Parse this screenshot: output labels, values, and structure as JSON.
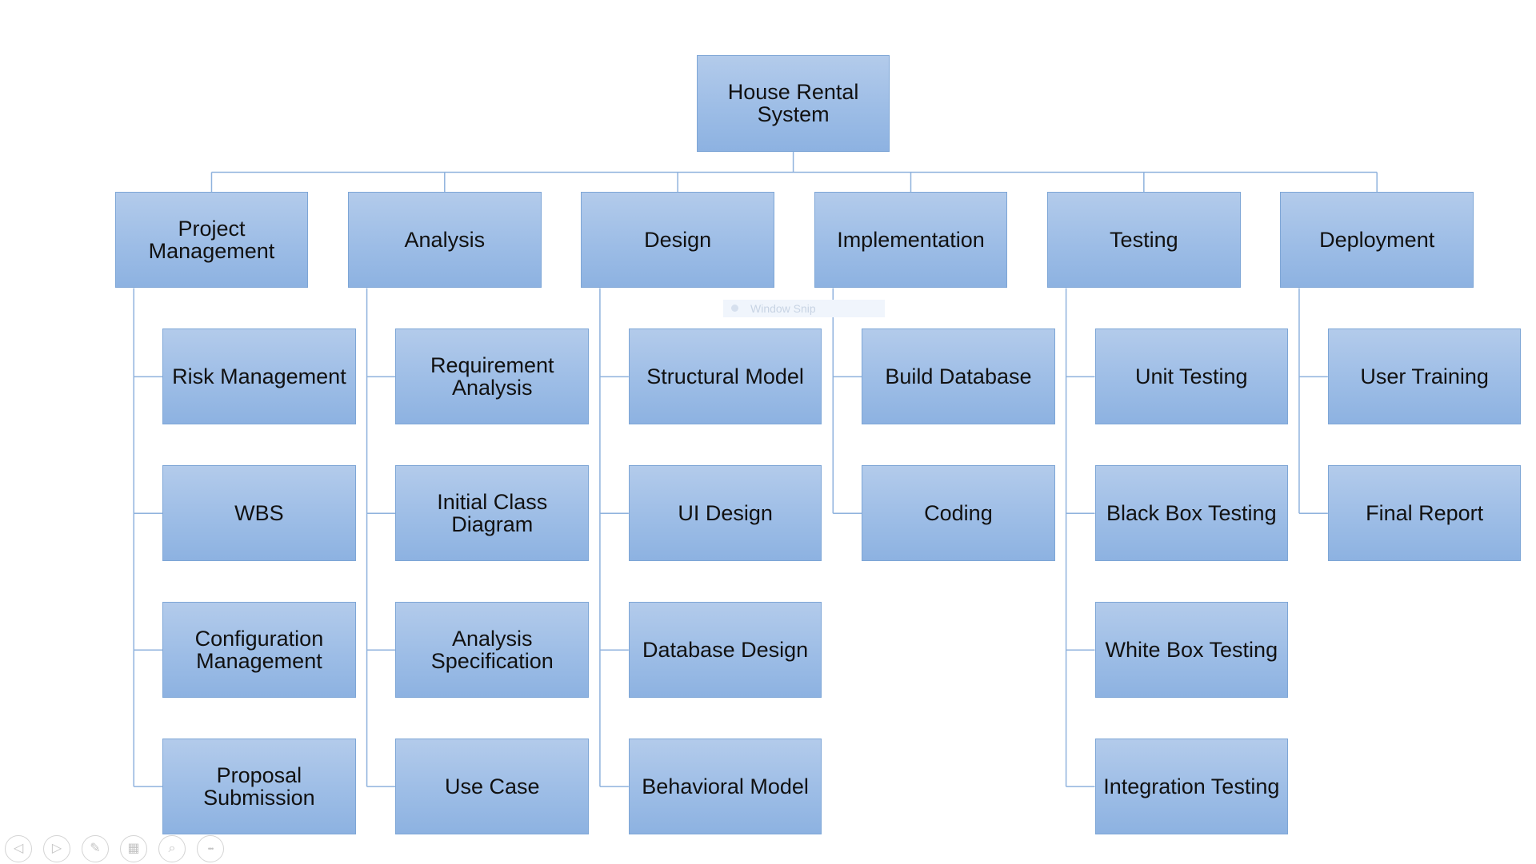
{
  "diagram": {
    "root": {
      "label": "House Rental\nSystem"
    },
    "phases": [
      {
        "label": "Project\nManagement",
        "children": [
          "Risk Management",
          "WBS",
          "Configuration\nManagement",
          "Proposal\nSubmission"
        ]
      },
      {
        "label": "Analysis",
        "children": [
          "Requirement\nAnalysis",
          "Initial Class\nDiagram",
          "Analysis\nSpecification",
          "Use Case"
        ]
      },
      {
        "label": "Design",
        "children": [
          "Structural Model",
          "UI Design",
          "Database Design",
          "Behavioral Model"
        ]
      },
      {
        "label": "Implementation",
        "children": [
          "Build Database",
          "Coding"
        ]
      },
      {
        "label": "Testing",
        "children": [
          "Unit Testing",
          "Black Box Testing",
          "White Box Testing",
          "Integration Testing"
        ]
      },
      {
        "label": "Deployment",
        "children": [
          "User Training",
          "Final Report"
        ]
      }
    ],
    "colors": {
      "connector": "#8fb2dd",
      "box_border": "#7ea6d6",
      "box_fill_top": "#b3cbeb",
      "box_fill_bottom": "#8db2e1",
      "text": "#111111"
    }
  },
  "overlay": {
    "window_snip_label": "Window Snip"
  },
  "toolbar": {
    "buttons": [
      {
        "icon": "previous-icon",
        "glyph": "◁"
      },
      {
        "icon": "next-icon",
        "glyph": "▷"
      },
      {
        "icon": "pen-icon",
        "glyph": "✎"
      },
      {
        "icon": "slides-grid-icon",
        "glyph": "▦"
      },
      {
        "icon": "zoom-icon",
        "glyph": "⌕"
      },
      {
        "icon": "more-options-icon",
        "glyph": "•••"
      }
    ]
  }
}
